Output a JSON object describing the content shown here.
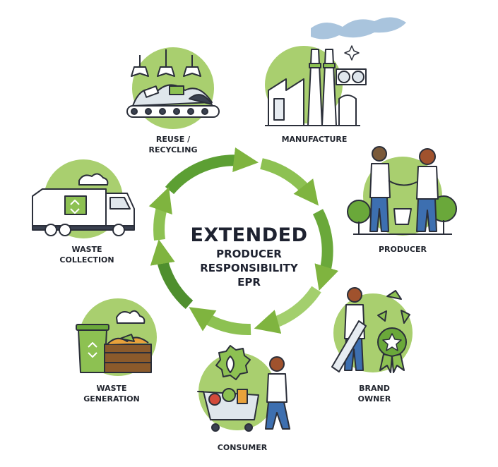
{
  "diagram": {
    "title_line1": "EXTENDED",
    "title_line2": "PRODUCER",
    "title_line3": "RESPONSIBILITY",
    "title_line4": "EPR",
    "stages": {
      "manufacture": "MANUFACTURE",
      "producer": "PRODUCER",
      "brand_owner_1": "BRAND",
      "brand_owner_2": "OWNER",
      "consumer": "CONSUMER",
      "waste_generation_1": "WASTE",
      "waste_generation_2": "GENERATION",
      "waste_collection_1": "WASTE",
      "waste_collection_2": "COLLECTION",
      "reuse_recycling_1": "REUSE /",
      "reuse_recycling_2": "RECYCLING"
    },
    "colors": {
      "green_light": "#a9cf6f",
      "green_mid": "#7fb43f",
      "green_dark": "#4f8f2e",
      "outline": "#2b2f3a"
    }
  }
}
